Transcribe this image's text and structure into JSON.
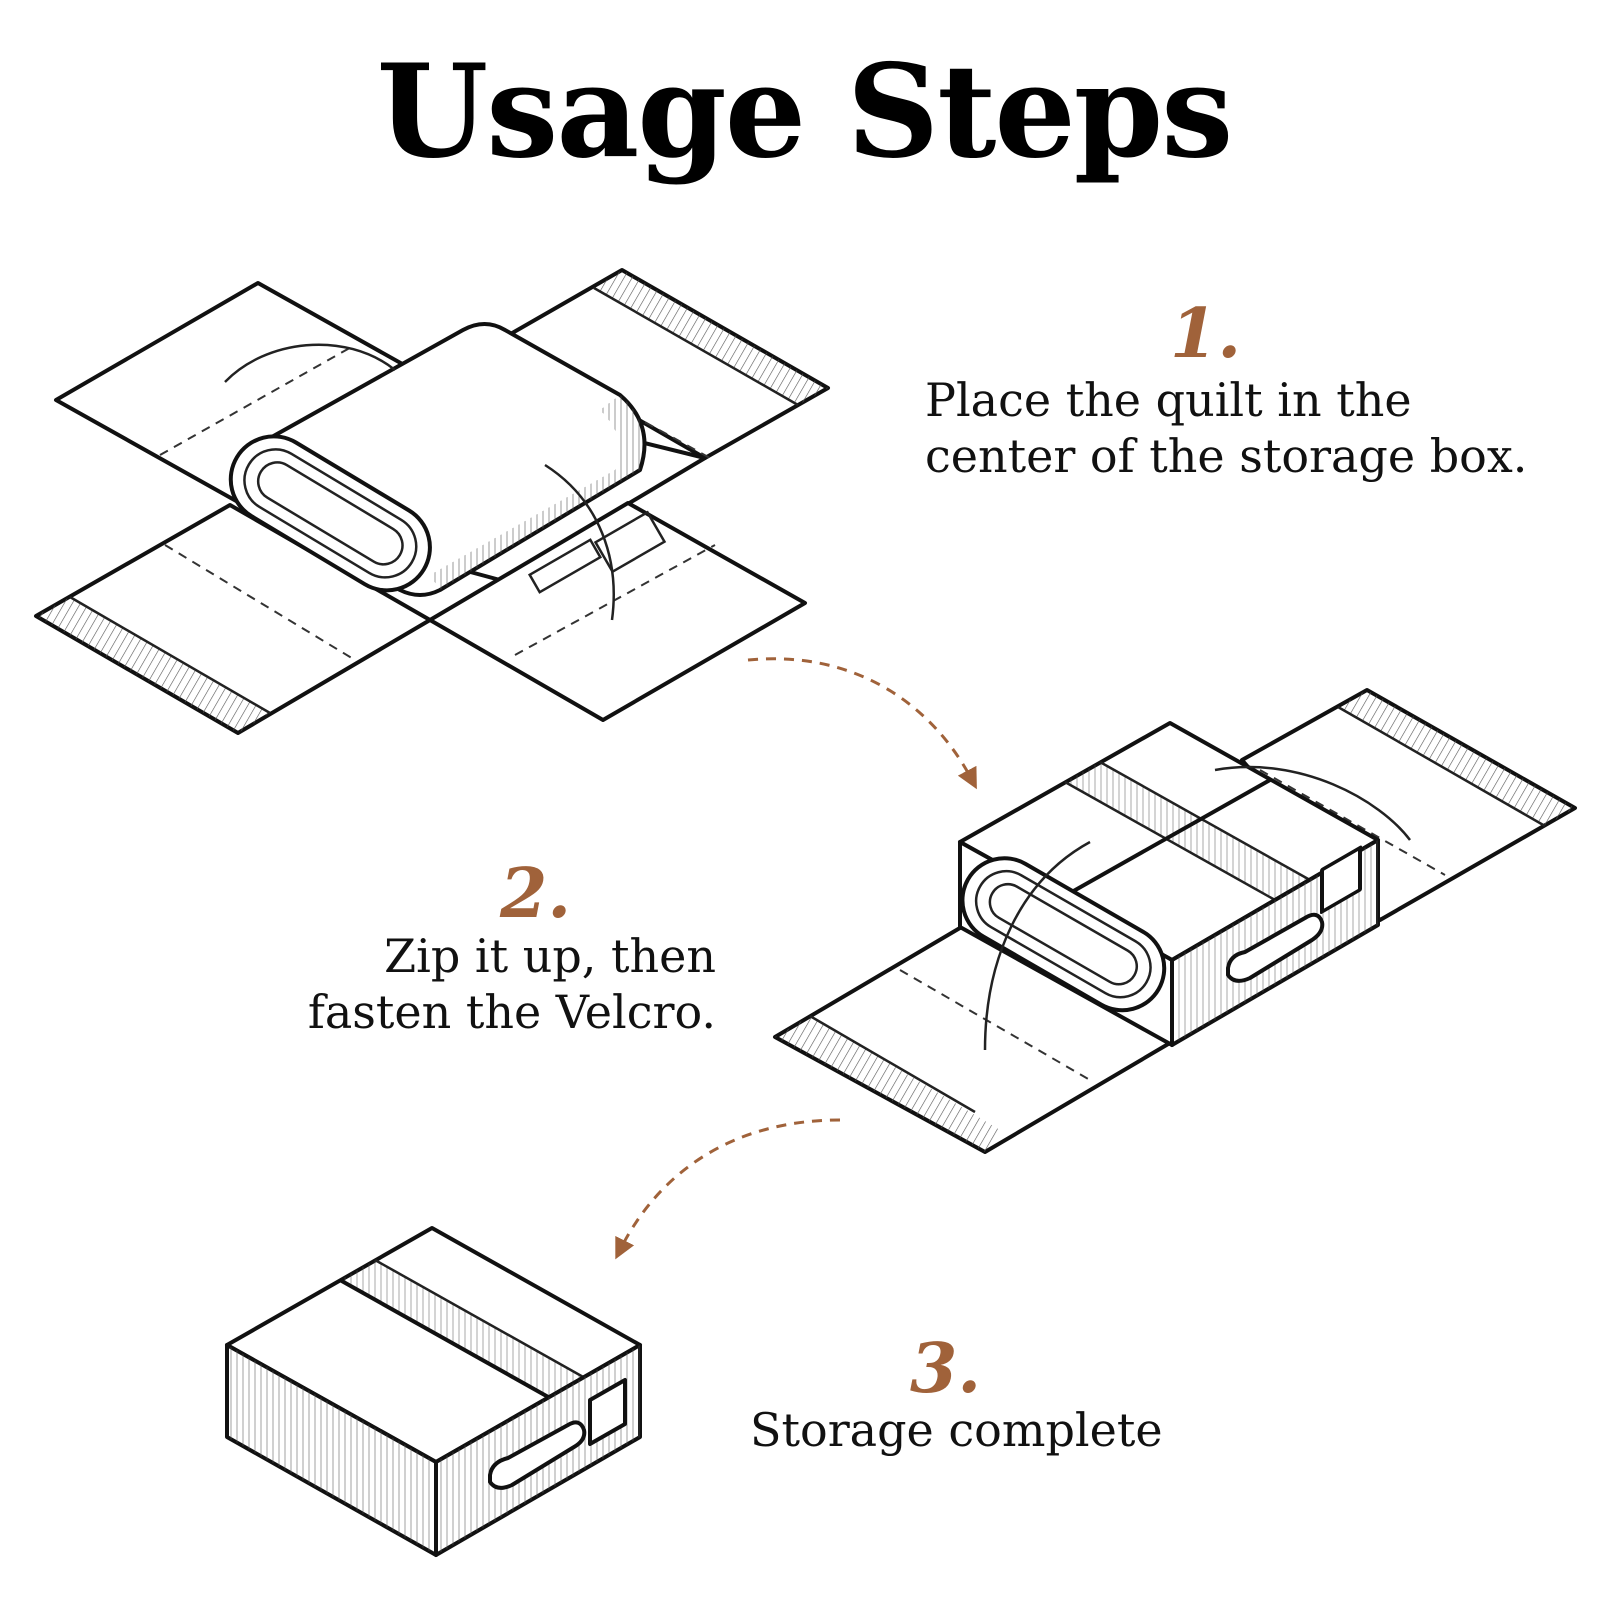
{
  "title": "Usage Steps",
  "accent_color": "#a0623a",
  "steps": [
    {
      "number": "1.",
      "lines": [
        "Place the quilt in the",
        "center of the storage box."
      ]
    },
    {
      "number": "2.",
      "lines": [
        "Zip it up, then",
        "fasten the Velcro."
      ]
    },
    {
      "number": "3.",
      "lines": [
        "Storage complete"
      ]
    }
  ]
}
